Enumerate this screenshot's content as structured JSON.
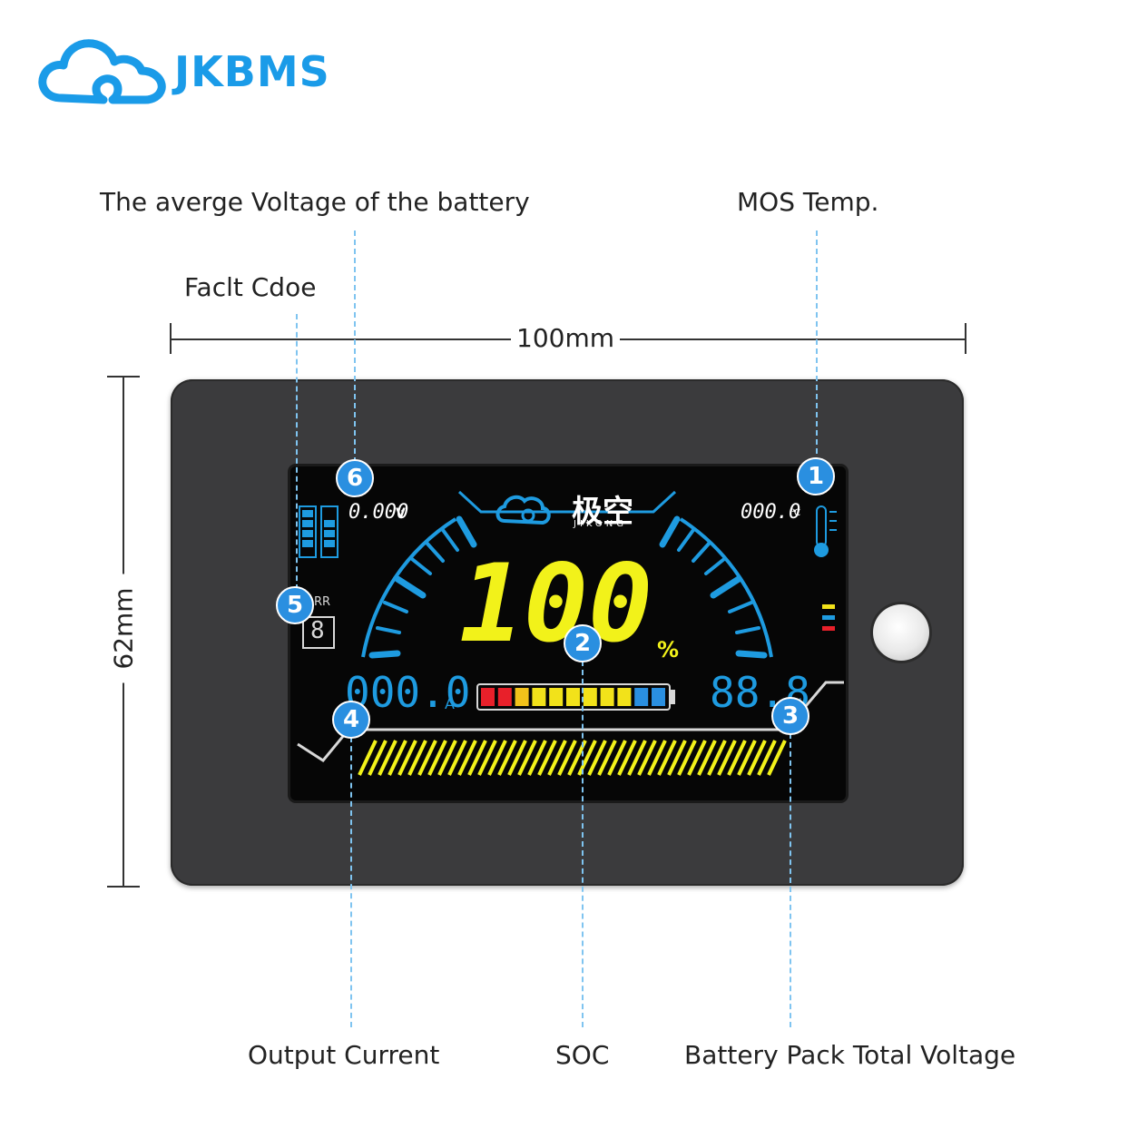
{
  "brand": {
    "name": "JKBMS",
    "color": "#1a9be8"
  },
  "callouts": {
    "avg_voltage": "The averge Voltage of the battery",
    "mos_temp": "MOS Temp.",
    "fault_code": "Faclt Cdoe",
    "output_current": "Output Current",
    "soc": "SOC",
    "pack_voltage": "Battery Pack Total Voltage"
  },
  "dimensions": {
    "width": "100mm",
    "height": "62mm"
  },
  "display": {
    "logo_cn": "极空",
    "logo_en": "JIKONG",
    "avg_voltage": "0.000",
    "avg_voltage_unit": "V",
    "mos_temp": "000.0",
    "mos_temp_unit": "℃",
    "fault_prefix": "RR",
    "fault_digit": "8",
    "soc_value": "100",
    "soc_unit": "%",
    "current_value": "000.0",
    "current_unit": "A",
    "pack_voltage_value": "88.8",
    "pack_voltage_unit": "V",
    "soc_bar_colors": [
      "#e8202a",
      "#e8202a",
      "#f2c21a",
      "#f2e21a",
      "#f2e21a",
      "#f2e21a",
      "#f2e21a",
      "#f2e21a",
      "#f2e21a",
      "#2a8fe0",
      "#2a8fe0"
    ]
  },
  "badges": [
    "1",
    "2",
    "3",
    "4",
    "5",
    "6"
  ],
  "colors": {
    "accent_blue": "#1e9be0",
    "lcd_yellow": "#f2f21a",
    "badge_blue": "#2a8fe0"
  }
}
